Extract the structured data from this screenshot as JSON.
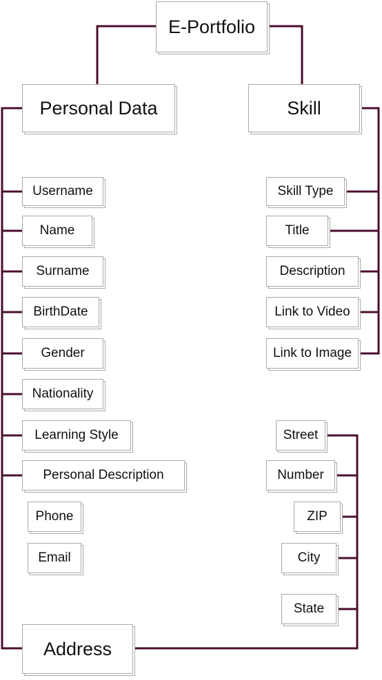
{
  "diagram": {
    "line_color": "#4a0e2e",
    "root": {
      "label": "E-Portfolio"
    },
    "personal_data": {
      "label": "Personal Data",
      "fields": [
        {
          "label": "Username"
        },
        {
          "label": "Name"
        },
        {
          "label": "Surname"
        },
        {
          "label": "BirthDate"
        },
        {
          "label": "Gender"
        },
        {
          "label": "Nationality"
        },
        {
          "label": "Learning Style"
        },
        {
          "label": "Personal Description"
        },
        {
          "label": "Phone"
        },
        {
          "label": "Email"
        }
      ]
    },
    "skill": {
      "label": "Skill",
      "fields": [
        {
          "label": "Skill Type"
        },
        {
          "label": "Title"
        },
        {
          "label": "Description"
        },
        {
          "label": "Link to Video"
        },
        {
          "label": "Link to Image"
        }
      ]
    },
    "address": {
      "label": "Address",
      "fields": [
        {
          "label": "Street"
        },
        {
          "label": "Number"
        },
        {
          "label": "ZIP"
        },
        {
          "label": "City"
        },
        {
          "label": "State"
        }
      ]
    }
  }
}
